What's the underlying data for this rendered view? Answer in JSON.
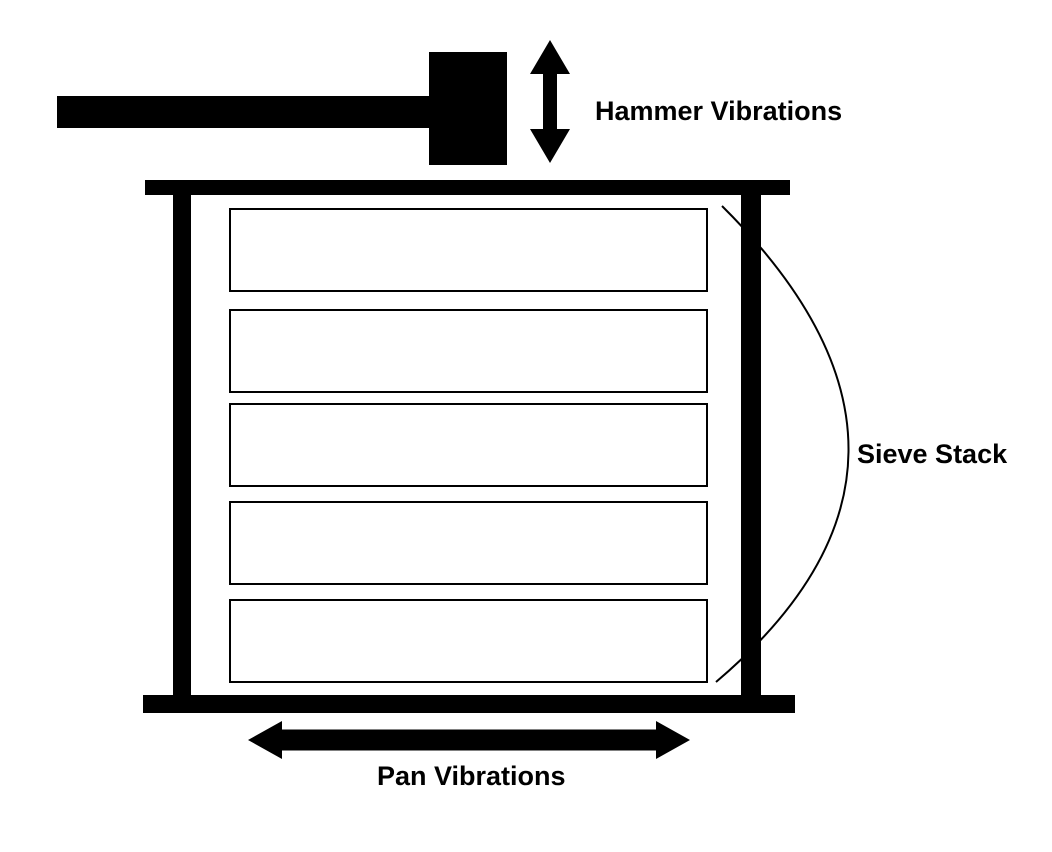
{
  "diagram": {
    "colors": {
      "ink": "#000000",
      "background": "#ffffff"
    },
    "labels": {
      "hammer_vibrations": "Hammer Vibrations",
      "sieve_stack": "Sieve Stack",
      "pan_vibrations": "Pan Vibrations"
    },
    "icons": {
      "vertical_arrow": "up-down-double-arrow-icon",
      "horizontal_arrow": "left-right-double-arrow-icon"
    },
    "sieve_stack": {
      "count": 5
    }
  }
}
